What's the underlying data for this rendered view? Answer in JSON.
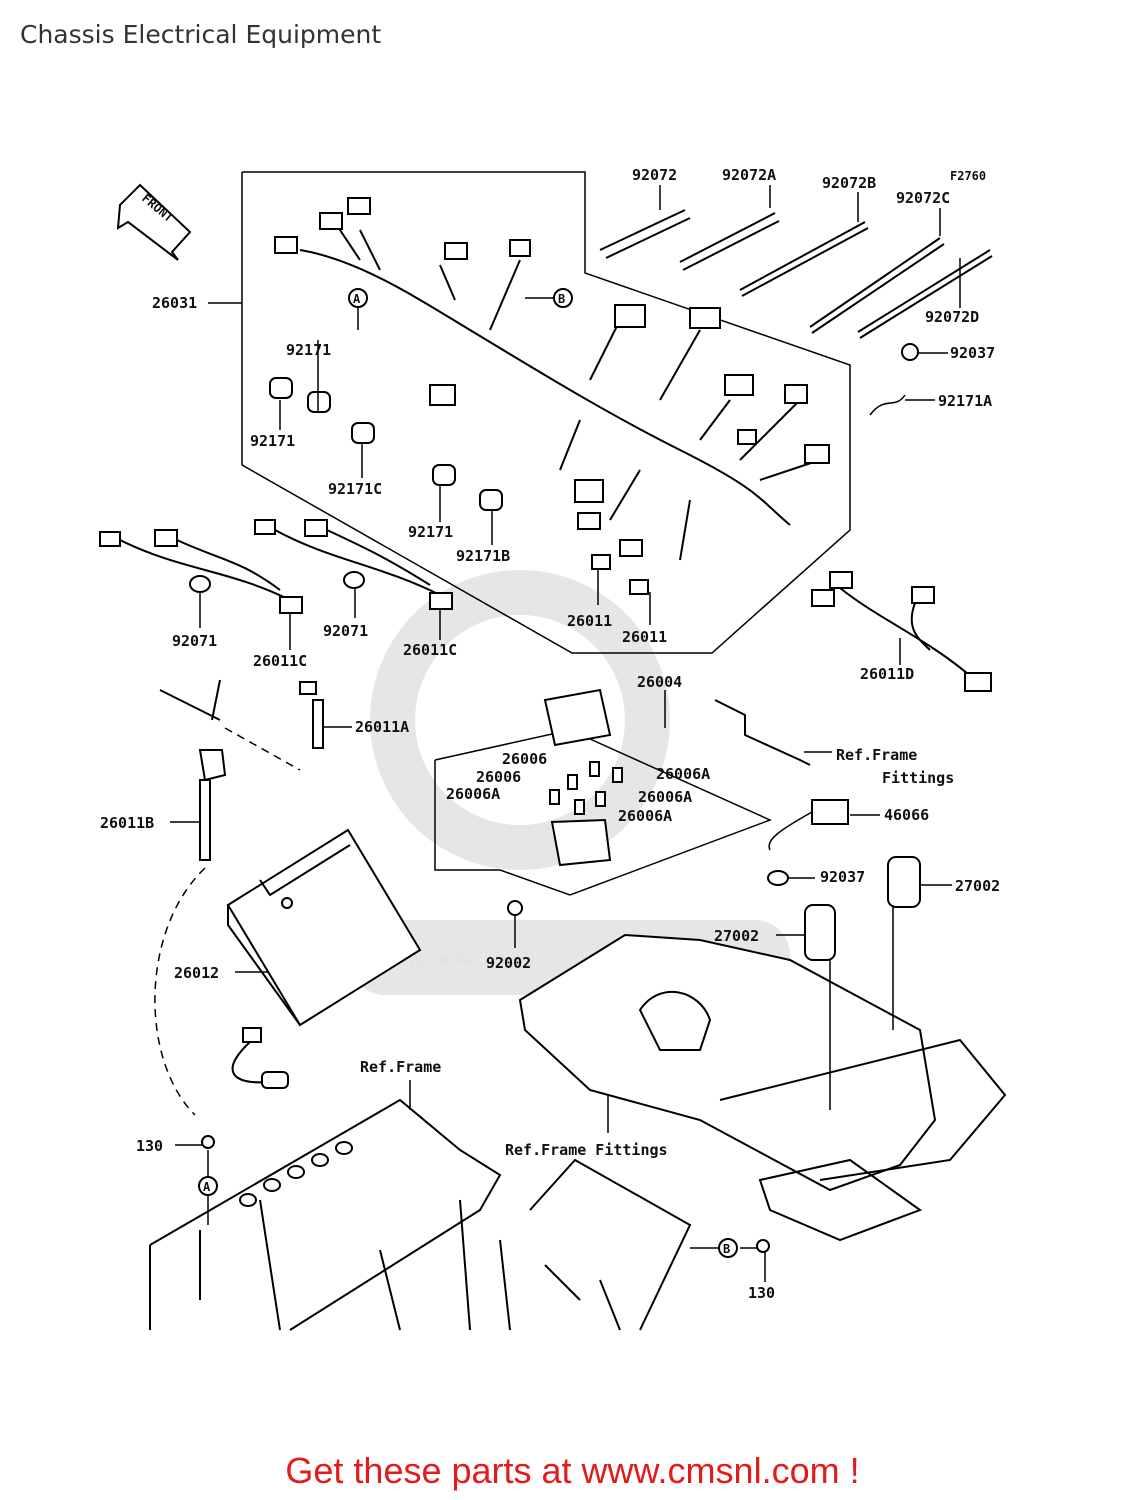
{
  "page": {
    "title": "Chassis Electrical Equipment",
    "cta": "Get these parts at www.cmsnl.com !"
  },
  "diagram": {
    "figure_code": "F2760",
    "front_label": "FRONT",
    "watermark": "WWW.CMSNL.COM",
    "callouts": {
      "A": "A",
      "B": "B"
    },
    "labels": {
      "p26031": "26031",
      "p92171_a": "92171",
      "p92171_b": "92171",
      "p92171c": "92171C",
      "p92171_c": "92171",
      "p92171b": "92171B",
      "p26011_a": "26011",
      "p26011_b": "26011",
      "p92072": "92072",
      "p92072a": "92072A",
      "p92072b": "92072B",
      "p92072c": "92072C",
      "p92072d": "92072D",
      "p92037_a": "92037",
      "p92171a": "92171A",
      "p92071_a": "92071",
      "p26011c_a": "26011C",
      "p92071_b": "92071",
      "p26011c_b": "26011C",
      "p26011d": "26011D",
      "p26011a": "26011A",
      "p26011b": "26011B",
      "p26004": "26004",
      "ref_frame_fittings_a": "Ref.Frame",
      "ref_frame_fittings_a2": "Fittings",
      "p26006_a": "26006",
      "p26006_b": "26006",
      "p26006a_a": "26006A",
      "p26006a_b": "26006A",
      "p26006a_c": "26006A",
      "p26006a_d": "26006A",
      "p46066": "46066",
      "p92037_b": "92037",
      "p27002_a": "27002",
      "p27002_b": "27002",
      "p92002": "92002",
      "p26012": "26012",
      "ref_frame": "Ref.Frame",
      "ref_frame_fittings_b": "Ref.Frame Fittings",
      "p130_a": "130",
      "p130_b": "130"
    }
  }
}
